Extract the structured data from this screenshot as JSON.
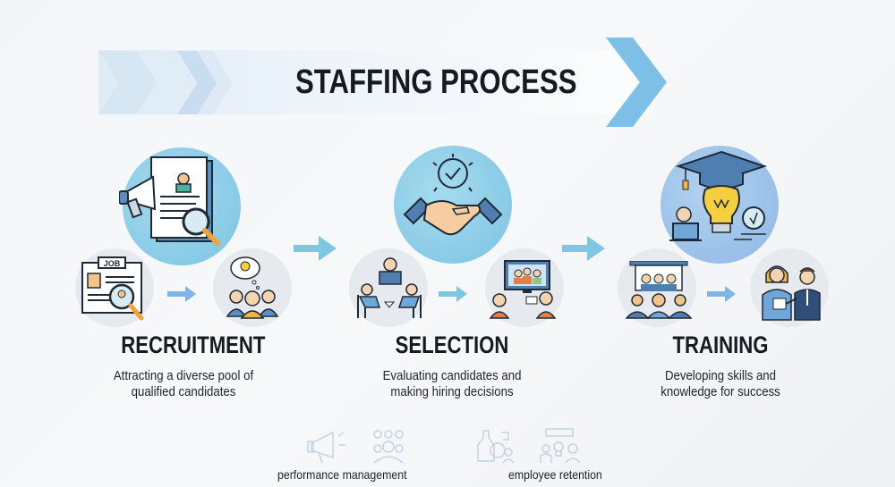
{
  "header": {
    "title": "STAFFING PROCESS"
  },
  "stages": [
    {
      "id": "recruitment",
      "title": "RECRUITMENT",
      "description_line1": "Attracting a diverse pool of",
      "description_line2": "qualified candidates",
      "main_icon": "megaphone-resume-magnifier-icon",
      "sub_icons": [
        "job-posting-search-icon",
        "team-idea-icon"
      ],
      "circle_color": "#8fcde8"
    },
    {
      "id": "selection",
      "title": "SELECTION",
      "description_line1": "Evaluating candidates and",
      "description_line2": "making hiring decisions",
      "main_icon": "handshake-check-icon",
      "sub_icons": [
        "interview-panel-icon",
        "video-interview-icon"
      ],
      "circle_color": "#8fd0e4"
    },
    {
      "id": "training",
      "title": "TRAINING",
      "description_line1": "Developing skills and",
      "description_line2": "knowledge for success",
      "main_icon": "graduation-lightbulb-icon",
      "sub_icons": [
        "classroom-presentation-icon",
        "mentoring-icon"
      ],
      "circle_color": "#a3c6ec"
    }
  ],
  "footer": {
    "items": [
      {
        "label": "performance management",
        "icons": [
          "megaphone-outline-icon",
          "group-outline-icon"
        ]
      },
      {
        "label": "employee retention",
        "icons": [
          "bottle-person-outline-icon",
          "team-lightbulb-outline-icon"
        ]
      }
    ]
  },
  "colors": {
    "accent_blue": "#7dc3e6",
    "arrow_blue": "#7ec7e0",
    "small_arrow_blue": "#7fb5e4",
    "title_text": "#161b22",
    "circle_gray": "#e6e9ed"
  }
}
